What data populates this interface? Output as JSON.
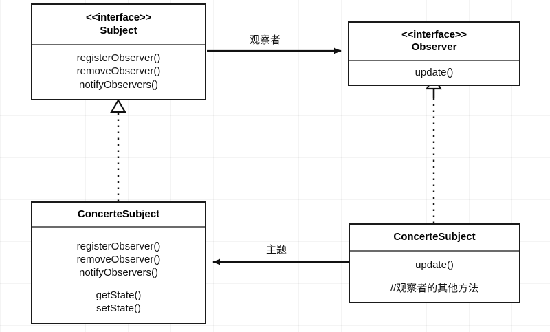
{
  "diagram": {
    "title": "Observer Pattern UML Class Diagram",
    "background": "#ffffff",
    "grid_color": "#f2f2f2",
    "line_color": "#1a1a1a",
    "divider_color": "#6b6b6b"
  },
  "classes": {
    "subject": {
      "stereotype": "<<interface>>",
      "name": "Subject",
      "methods": [
        "registerObserver()",
        "removeObserver()",
        "notifyObservers()"
      ]
    },
    "observer": {
      "stereotype": "<<interface>>",
      "name": "Observer",
      "methods": [
        "update()"
      ]
    },
    "concrete_subject": {
      "name": "ConcerteSubject",
      "methods": [
        "registerObserver()",
        "removeObserver()",
        "notifyObservers()"
      ],
      "methods2": [
        "getState()",
        "setState()"
      ]
    },
    "concrete_observer": {
      "name": "ConcerteSubject",
      "methods": [
        "update()"
      ],
      "note": "//观察者的其他方法"
    }
  },
  "relations": {
    "subject_to_observer": {
      "label": "观察者",
      "type": "association-arrow",
      "direction": "right"
    },
    "concrete_observer_to_concrete_subject": {
      "label": "主题",
      "type": "association-arrow",
      "direction": "left"
    },
    "subject_realization": {
      "label": "",
      "type": "realization-dotted-triangle",
      "from": "ConcerteSubject",
      "to": "Subject"
    },
    "observer_realization": {
      "label": "",
      "type": "realization-dotted-triangle",
      "from": "ConcerteSubject",
      "to": "Observer"
    }
  }
}
